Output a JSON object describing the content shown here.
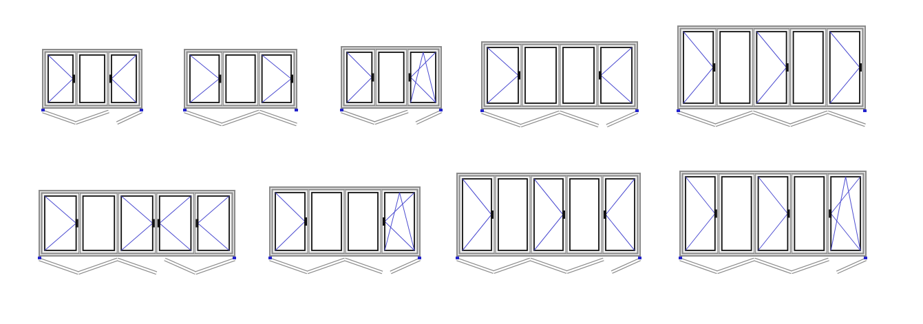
{
  "colors": {
    "frame": "#8a8a8a",
    "frame_fill": "#e6e6e6",
    "glass_edge": "#111111",
    "opening_line": "#4a4ad0",
    "hinge": "#2222cc",
    "handle": "#111111"
  },
  "units": [
    {
      "panels": [
        "swing-right",
        "fixed",
        "swing-left"
      ],
      "handles": [
        0,
        2
      ],
      "fold_groups": [
        2,
        1
      ]
    },
    {
      "panels": [
        "swing-right",
        "fixed",
        "swing-right"
      ],
      "handles": [
        0,
        2
      ],
      "fold_groups": [
        3
      ]
    },
    {
      "panels": [
        "swing-right",
        "fixed",
        "tilt-turn"
      ],
      "handles": [
        0,
        2
      ],
      "fold_groups": [
        2,
        1
      ]
    },
    {
      "panels": [
        "swing-right",
        "fixed",
        "fixed",
        "swing-left"
      ],
      "handles": [
        0,
        3
      ],
      "fold_groups": [
        3,
        1
      ]
    },
    {
      "panels": [
        "swing-right",
        "fixed",
        "swing-right",
        "fixed",
        "swing-right"
      ],
      "handles": [
        0,
        2,
        4
      ],
      "fold_groups": [
        5
      ]
    },
    {
      "panels": [
        "swing-right",
        "fixed",
        "swing-right",
        "swing-left",
        "swing-left"
      ],
      "handles": [
        0,
        2,
        3,
        4
      ],
      "fold_groups": [
        3,
        2
      ]
    },
    {
      "panels": [
        "swing-right",
        "fixed",
        "fixed",
        "tilt-turn"
      ],
      "handles": [
        0,
        3
      ],
      "fold_groups": [
        3,
        1
      ]
    },
    {
      "panels": [
        "swing-right",
        "fixed",
        "swing-right",
        "fixed",
        "swing-left"
      ],
      "handles": [
        0,
        2,
        4
      ],
      "fold_groups": [
        4,
        1
      ]
    },
    {
      "panels": [
        "swing-right",
        "fixed",
        "swing-right",
        "fixed",
        "tilt-turn"
      ],
      "handles": [
        0,
        2,
        4
      ],
      "fold_groups": [
        4,
        1
      ]
    }
  ]
}
